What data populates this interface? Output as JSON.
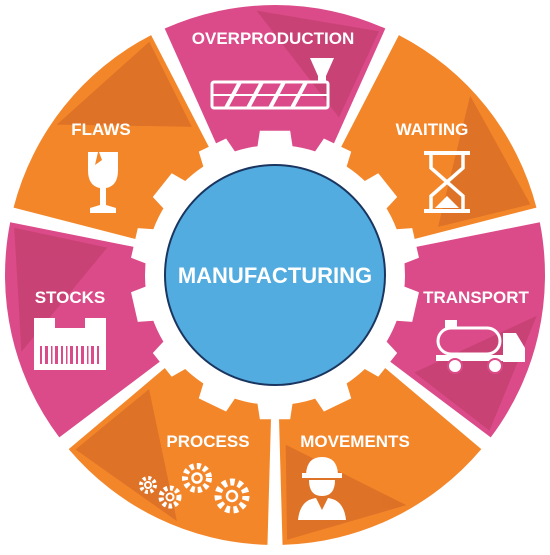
{
  "center": {
    "label": "MANUFACTURING",
    "fill": "#52ace0",
    "stroke": "#1a355f",
    "text_color": "#ffffff"
  },
  "colors": {
    "orange": "#f4862a",
    "orange_dark": "#e26f18",
    "pink": "#db4b89",
    "pink_dark": "#c23775",
    "gear_ring": "#ffffff",
    "label": "#ffffff",
    "icon": "#ffffff"
  },
  "segments": [
    {
      "label": "OVERPRODUCTION",
      "icon": "extruder-screw-icon",
      "color": "pink"
    },
    {
      "label": "WAITING",
      "icon": "hourglass-icon",
      "color": "orange"
    },
    {
      "label": "TRANSPORT",
      "icon": "tanker-truck-icon",
      "color": "pink"
    },
    {
      "label": "MOVEMENTS",
      "icon": "hard-hat-worker-icon",
      "color": "orange"
    },
    {
      "label": "PROCESS",
      "icon": "gears-icon",
      "color": "orange"
    },
    {
      "label": "STOCKS",
      "icon": "barcode-box-icon",
      "color": "pink"
    },
    {
      "label": "FLAWS",
      "icon": "broken-glass-icon",
      "color": "orange"
    }
  ]
}
